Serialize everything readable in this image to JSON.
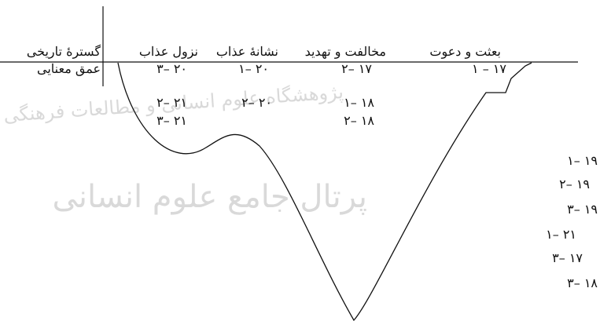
{
  "watermark": {
    "line1": "پژوهشگاه علوم انسانی و مطالعات فرهنگی",
    "line2": "پرتال جامع علوم انسانی"
  },
  "headers": {
    "historical_scope": "گسترهٔ تاریخی",
    "revelation_of_punishment": "نزول عذاب",
    "sign_of_punishment": "نشانهٔ عذاب",
    "opposition_and_threat": "مخالفت و تهدید",
    "mission_and_call": "بعثت و دعوت"
  },
  "row_label": "عمق معنایی",
  "cells": {
    "revelation_1": "۲۰ –۳",
    "revelation_2": "۲۱ –۲",
    "revelation_3": "۲۱ –۳",
    "sign_1": "۲۰ –۱",
    "sign_2": "۲۰ –۲",
    "opposition_1": "۱۷ –۲",
    "opposition_2": "۱۸ –۱",
    "opposition_3": "۱۸ –۲",
    "mission_1": "۱۷ – ۱"
  },
  "right_list": [
    "۱۹ –۱",
    "۱۹ –۲",
    "۱۹ –۳",
    "۲۱ –۱",
    "۱۷ –۳",
    "۱۸ –۳"
  ]
}
